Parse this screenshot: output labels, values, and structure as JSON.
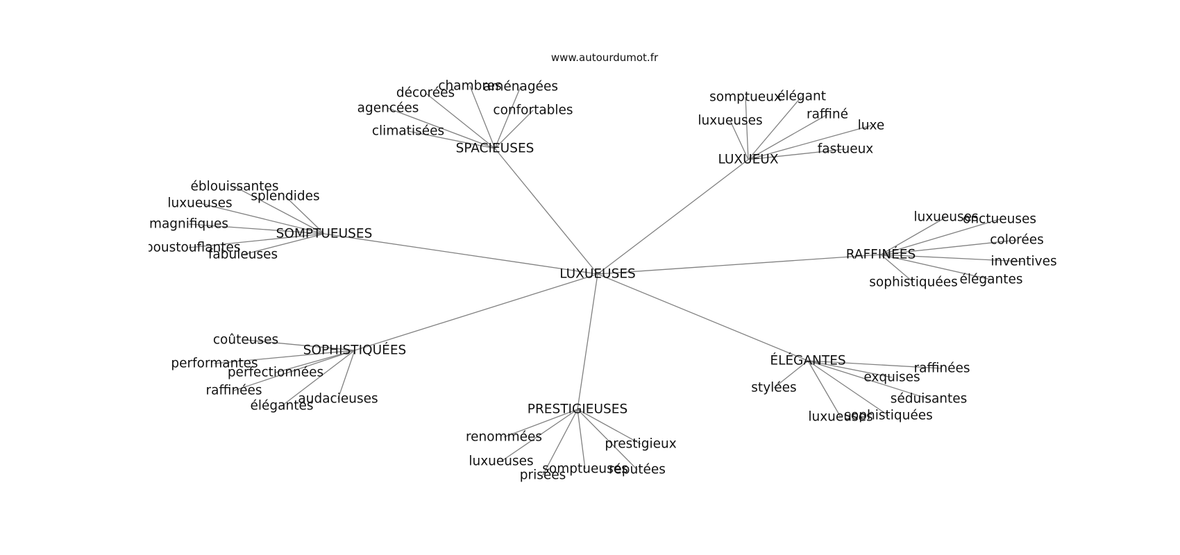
{
  "source_label": "www.autourdumot.fr",
  "colors": {
    "edge": "#808080",
    "text": "#111111",
    "background": "#ffffff"
  },
  "graph": {
    "center": {
      "id": "center",
      "label": "LUXUEUSES"
    },
    "clusters": [
      {
        "id": "spacieuses",
        "label": "SPACIEUSES",
        "leaves": [
          {
            "id": "s1",
            "label": "chambres"
          },
          {
            "id": "s2",
            "label": "aménagées"
          },
          {
            "id": "s3",
            "label": "décorées"
          },
          {
            "id": "s4",
            "label": "agencées"
          },
          {
            "id": "s5",
            "label": "confortables"
          },
          {
            "id": "s6",
            "label": "climatisées"
          }
        ]
      },
      {
        "id": "luxueux",
        "label": "LUXUEUX",
        "leaves": [
          {
            "id": "l1",
            "label": "somptueux"
          },
          {
            "id": "l2",
            "label": "élégant"
          },
          {
            "id": "l3",
            "label": "raffiné"
          },
          {
            "id": "l4",
            "label": "luxueuses"
          },
          {
            "id": "l5",
            "label": "luxe"
          },
          {
            "id": "l6",
            "label": "fastueux"
          }
        ]
      },
      {
        "id": "somptueuses",
        "label": "SOMPTUEUSES",
        "leaves": [
          {
            "id": "o1",
            "label": "éblouissantes"
          },
          {
            "id": "o2",
            "label": "splendides"
          },
          {
            "id": "o3",
            "label": "luxueuses"
          },
          {
            "id": "o4",
            "label": "magnifiques"
          },
          {
            "id": "o5",
            "label": "époustouflantes"
          },
          {
            "id": "o6",
            "label": "fabuleuses"
          }
        ]
      },
      {
        "id": "raffinees",
        "label": "RAFFINÉES",
        "leaves": [
          {
            "id": "r1",
            "label": "luxueuses"
          },
          {
            "id": "r2",
            "label": "onctueuses"
          },
          {
            "id": "r3",
            "label": "colorées"
          },
          {
            "id": "r4",
            "label": "inventives"
          },
          {
            "id": "r5",
            "label": "sophistiquées"
          },
          {
            "id": "r6",
            "label": "élégantes"
          }
        ]
      },
      {
        "id": "sophistiquees",
        "label": "SOPHISTIQUÉES",
        "leaves": [
          {
            "id": "p1",
            "label": "coûteuses"
          },
          {
            "id": "p2",
            "label": "performantes"
          },
          {
            "id": "p3",
            "label": "perfectionnées"
          },
          {
            "id": "p4",
            "label": "raffinées"
          },
          {
            "id": "p5",
            "label": "audacieuses"
          },
          {
            "id": "p6",
            "label": "élégantes"
          }
        ]
      },
      {
        "id": "elegantes",
        "label": "ÉLÉGANTES",
        "leaves": [
          {
            "id": "e1",
            "label": "raffinées"
          },
          {
            "id": "e2",
            "label": "exquises"
          },
          {
            "id": "e3",
            "label": "stylées"
          },
          {
            "id": "e4",
            "label": "séduisantes"
          },
          {
            "id": "e5",
            "label": "luxueuses"
          },
          {
            "id": "e6",
            "label": "sophistiquées"
          }
        ]
      },
      {
        "id": "prestigieuses",
        "label": "PRESTIGIEUSES",
        "leaves": [
          {
            "id": "g1",
            "label": "renommées"
          },
          {
            "id": "g2",
            "label": "prestigieux"
          },
          {
            "id": "g3",
            "label": "luxueuses"
          },
          {
            "id": "g4",
            "label": "prisées"
          },
          {
            "id": "g5",
            "label": "somptueuses"
          },
          {
            "id": "g6",
            "label": "réputées"
          }
        ]
      }
    ]
  }
}
